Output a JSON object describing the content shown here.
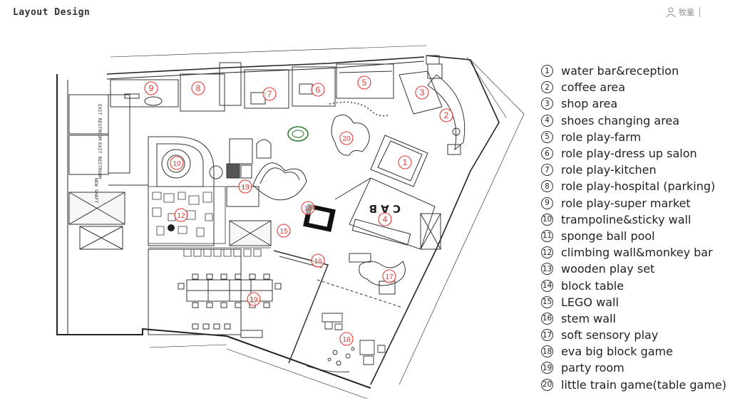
{
  "header": {
    "title": "Layout Design",
    "brand": "牧童"
  },
  "plan": {
    "zone_markers": [
      "1",
      "2",
      "3",
      "4",
      "5",
      "6",
      "7",
      "8",
      "9",
      "10",
      "12",
      "13",
      "14",
      "15",
      "16",
      "17",
      "18",
      "19",
      "20"
    ],
    "labels": {
      "exit_restroom_1": "EXIT RESTROOM",
      "exit_restroom_2": "EXIT RESTROOM",
      "new_shaft": "NEW SHAFT",
      "block_letters": "C A B"
    },
    "colors": {
      "marker": "#e53935",
      "wall": "#222222",
      "line": "#444444",
      "shaft_fill": "#f2f2f2"
    }
  },
  "legend": [
    {
      "num": "1",
      "text": "water bar&reception"
    },
    {
      "num": "2",
      "text": "coffee area"
    },
    {
      "num": "3",
      "text": "shop area"
    },
    {
      "num": "4",
      "text": "shoes changing area"
    },
    {
      "num": "5",
      "text": "role play-farm"
    },
    {
      "num": "6",
      "text": "role play-dress up salon"
    },
    {
      "num": "7",
      "text": "role play-kitchen"
    },
    {
      "num": "8",
      "text": "role play-hospital (parking)"
    },
    {
      "num": "9",
      "text": "role play-super market"
    },
    {
      "num": "10",
      "text": "trampoline&sticky wall"
    },
    {
      "num": "11",
      "text": "sponge ball pool"
    },
    {
      "num": "12",
      "text": "climbing wall&monkey bar"
    },
    {
      "num": "13",
      "text": "wooden play set"
    },
    {
      "num": "14",
      "text": "block table"
    },
    {
      "num": "15",
      "text": "LEGO wall"
    },
    {
      "num": "16",
      "text": "stem wall"
    },
    {
      "num": "17",
      "text": "soft sensory play"
    },
    {
      "num": "18",
      "text": "eva big block game"
    },
    {
      "num": "19",
      "text": "party room"
    },
    {
      "num": "20",
      "text": "little train game(table game)"
    }
  ]
}
